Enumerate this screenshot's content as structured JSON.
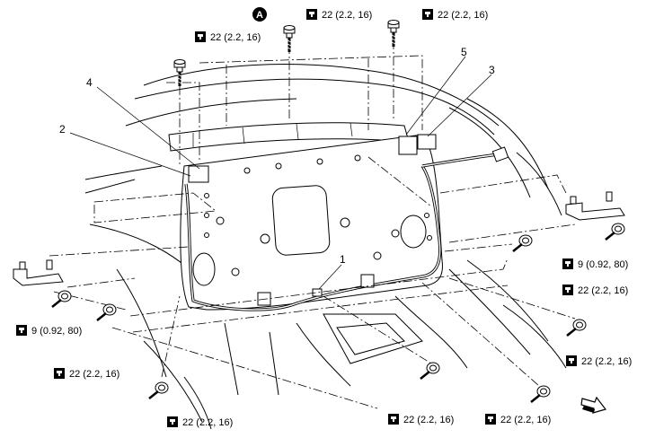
{
  "torque_labels": {
    "t1": "22 (2.2, 16)",
    "t2": "22 (2.2, 16)",
    "t3": "22 (2.2, 16)",
    "t4": "9 (0.92, 80)",
    "t5": "22 (2.2, 16)",
    "t6": "22 (2.2, 16)",
    "t7": "9 (0.92, 80)",
    "t8": "22 (2.2, 16)",
    "t9": "22 (2.2, 16)",
    "t10": "22 (2.2, 16)",
    "t11": "22 (2.2, 16)"
  },
  "callouts": {
    "c1": "1",
    "c2": "2",
    "c3": "3",
    "c4": "4",
    "c5": "5",
    "marker": "A"
  },
  "icons": {
    "torque": "torque-wrench-icon",
    "direction": "front-arrow-icon"
  }
}
